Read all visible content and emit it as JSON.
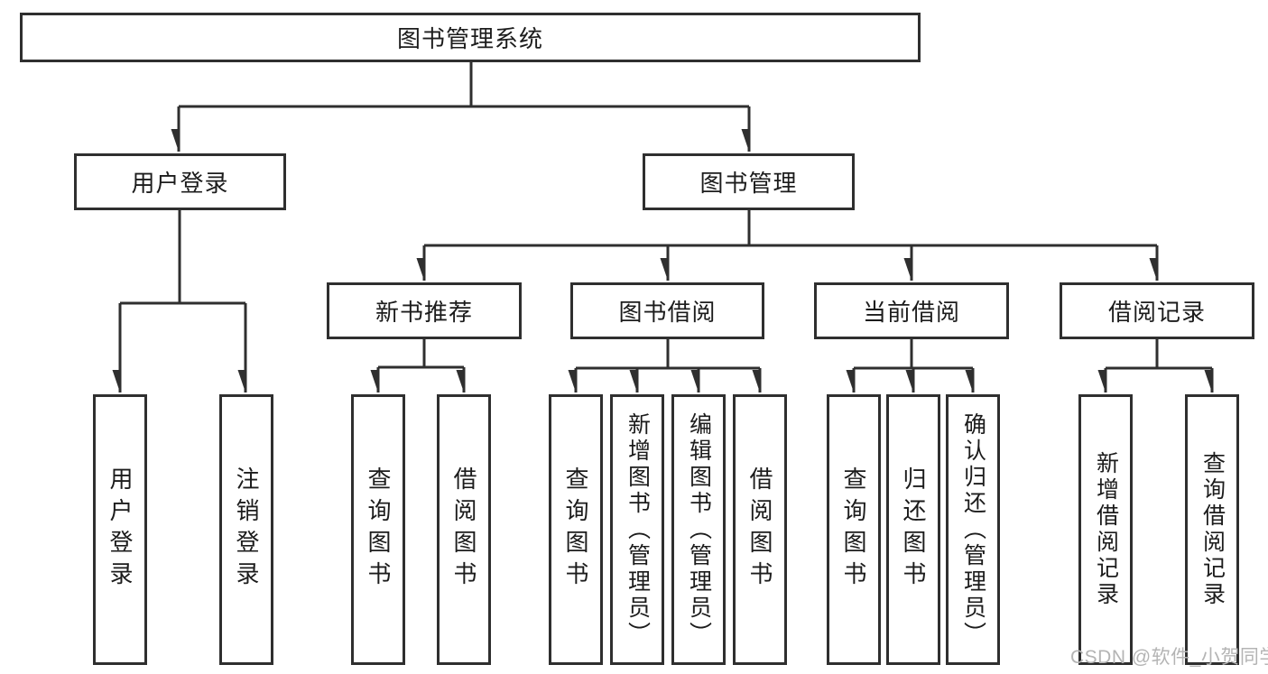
{
  "tree": {
    "root": "图书管理系统",
    "branches": [
      {
        "label": "用户登录",
        "children": [
          {
            "label": "用户登录"
          },
          {
            "label": "注销登录"
          }
        ]
      },
      {
        "label": "图书管理",
        "children": [
          {
            "label": "新书推荐",
            "children": [
              {
                "label": "查询图书"
              },
              {
                "label": "借阅图书"
              }
            ]
          },
          {
            "label": "图书借阅",
            "children": [
              {
                "label": "查询图书"
              },
              {
                "label": "新增图书（管理员）"
              },
              {
                "label": "编辑图书（管理员）"
              },
              {
                "label": "借阅图书"
              }
            ]
          },
          {
            "label": "当前借阅",
            "children": [
              {
                "label": "查询图书"
              },
              {
                "label": "归还图书"
              },
              {
                "label": "确认归还（管理员）"
              }
            ]
          },
          {
            "label": "借阅记录",
            "children": [
              {
                "label": "新增借阅记录"
              },
              {
                "label": "查询借阅记录"
              }
            ]
          }
        ]
      }
    ]
  },
  "watermark": {
    "text": "CSDN @软件_小贺同学"
  },
  "colors": {
    "line": "#2f2f2f",
    "box_border": "#2f2f2f",
    "text": "#1c1c1c",
    "watermark": "#b4b4b4",
    "background": "#ffffff"
  }
}
